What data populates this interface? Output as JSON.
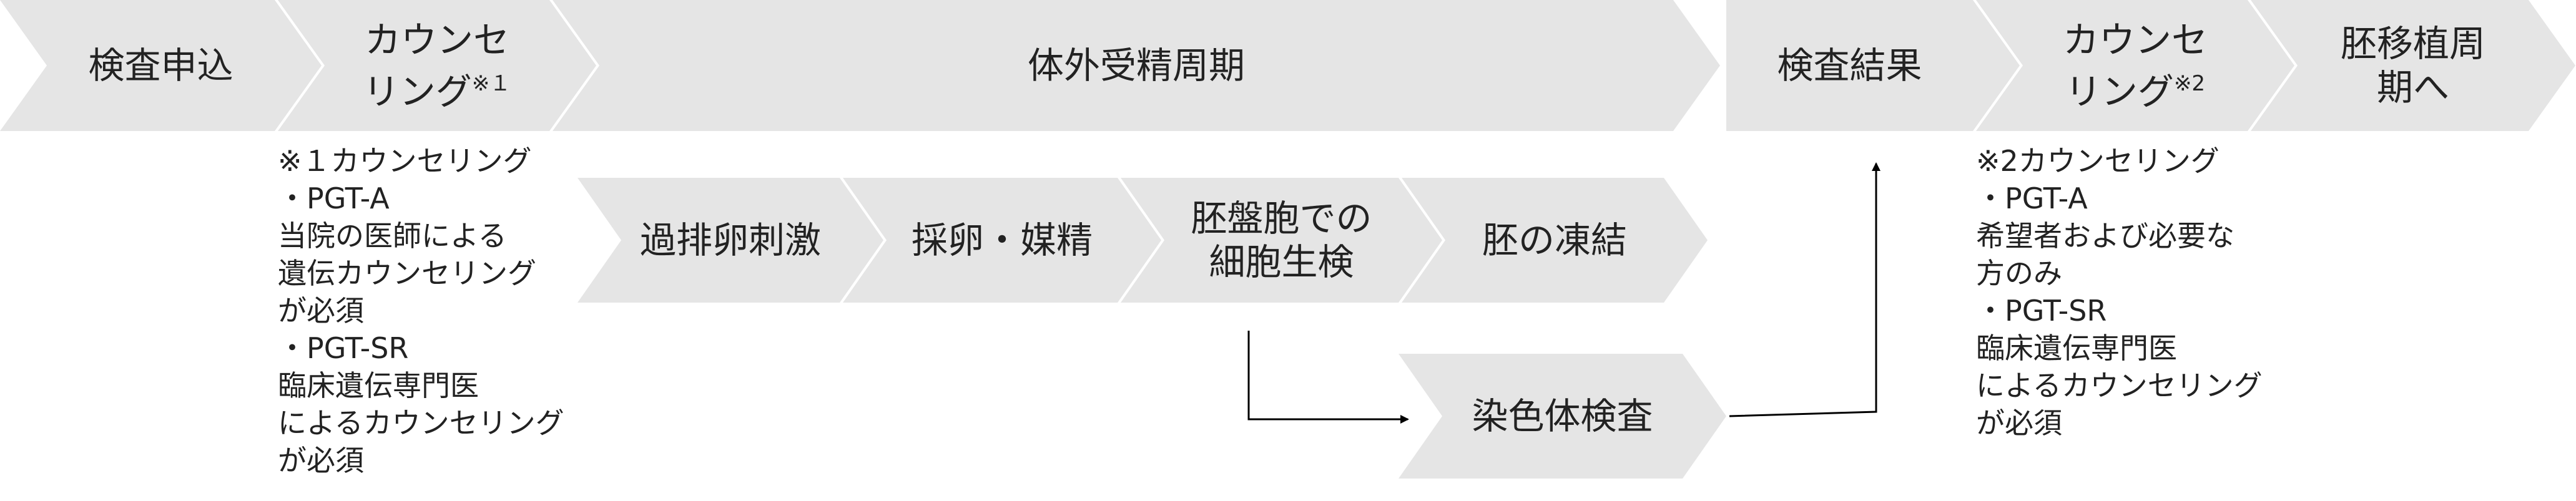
{
  "colors": {
    "chevron_fill": "#e5e5e5",
    "text": "#222222",
    "arrow": "#000000"
  },
  "top_row": [
    {
      "id": "exam-application",
      "lines": [
        "検査申込"
      ]
    },
    {
      "id": "counseling-1",
      "lines": [
        "カウンセ",
        "リング"
      ],
      "mark": "※１"
    },
    {
      "id": "ivf-cycle",
      "lines": [
        "体外受精周期"
      ]
    },
    {
      "id": "exam-results",
      "lines": [
        "検査結果"
      ]
    },
    {
      "id": "counseling-2",
      "lines": [
        "カウンセ",
        "リング"
      ],
      "mark": "※2"
    },
    {
      "id": "embryo-transfer",
      "lines": [
        "胚移植周",
        "期へ"
      ]
    }
  ],
  "ivf_steps": [
    {
      "id": "ovarian-stimulation",
      "lines": [
        "過排卵刺激"
      ]
    },
    {
      "id": "egg-retrieval",
      "lines": [
        "採卵・媒精"
      ]
    },
    {
      "id": "blastocyst-biopsy",
      "lines": [
        "胚盤胞での",
        "細胞生検"
      ]
    },
    {
      "id": "embryo-freezing",
      "lines": [
        "胚の凍結"
      ]
    }
  ],
  "chromosome_test": {
    "lines": [
      "染色体検査"
    ]
  },
  "note_1": {
    "lines": [
      "※１カウンセリング",
      "・PGT-A",
      "当院の医師による",
      "遺伝カウンセリング",
      "が必須",
      "・PGT-SR",
      "臨床遺伝専門医",
      "によるカウンセリング",
      "が必須"
    ]
  },
  "note_2": {
    "lines": [
      "※2カウンセリング",
      "・PGT-A",
      "希望者および必要な",
      "方のみ",
      "・PGT-SR",
      "臨床遺伝専門医",
      "によるカウンセリング",
      "が必須"
    ]
  }
}
